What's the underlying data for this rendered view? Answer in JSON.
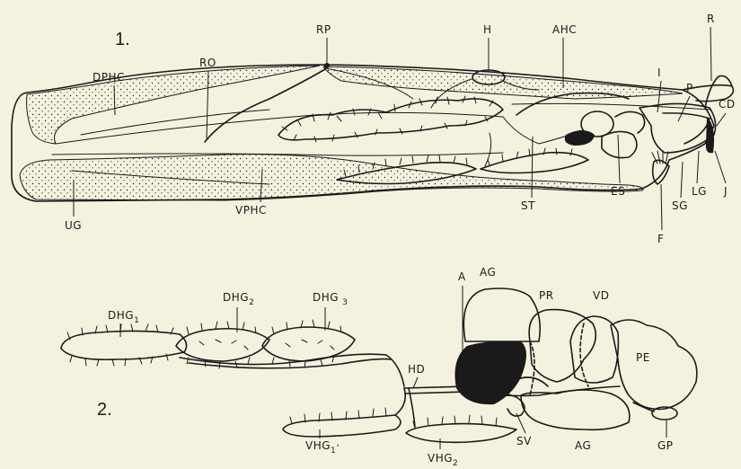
{
  "figure_labels": {
    "fig1": "1.",
    "fig2": "2."
  },
  "fig1_labels": [
    {
      "id": "rp",
      "text": "RP"
    },
    {
      "id": "h",
      "text": "H"
    },
    {
      "id": "ahc",
      "text": "AHC"
    },
    {
      "id": "r",
      "text": "R"
    },
    {
      "id": "ro",
      "text": "RO"
    },
    {
      "id": "dphc",
      "text": "DPHC"
    },
    {
      "id": "i",
      "text": "I"
    },
    {
      "id": "p",
      "text": "P"
    },
    {
      "id": "cd",
      "text": "CD"
    },
    {
      "id": "ug",
      "text": "UG"
    },
    {
      "id": "vphc",
      "text": "VPHC"
    },
    {
      "id": "st",
      "text": "ST"
    },
    {
      "id": "es",
      "text": "ES"
    },
    {
      "id": "sg",
      "text": "SG"
    },
    {
      "id": "lg",
      "text": "LG"
    },
    {
      "id": "j",
      "text": "J"
    },
    {
      "id": "f",
      "text": "F"
    }
  ],
  "fig2_labels": {
    "dhg1": {
      "base": "DHG",
      "sub": "1"
    },
    "dhg2": {
      "base": "DHG",
      "sub": "2"
    },
    "dhg3": {
      "base": "DHG",
      "sub": "3"
    },
    "a": "A",
    "ag_top": "AG",
    "pr": "PR",
    "vd": "VD",
    "pe": "PE",
    "hd": "HD",
    "sv": "SV",
    "ag_bottom": "AG",
    "gp": "GP",
    "vhg1": {
      "base": "VHG",
      "sub": "1",
      "suffix": "·"
    },
    "vhg2": {
      "base": "VHG",
      "sub": "2"
    }
  },
  "colors": {
    "background": "#f4f2df",
    "ink": "#1a1a1a"
  }
}
